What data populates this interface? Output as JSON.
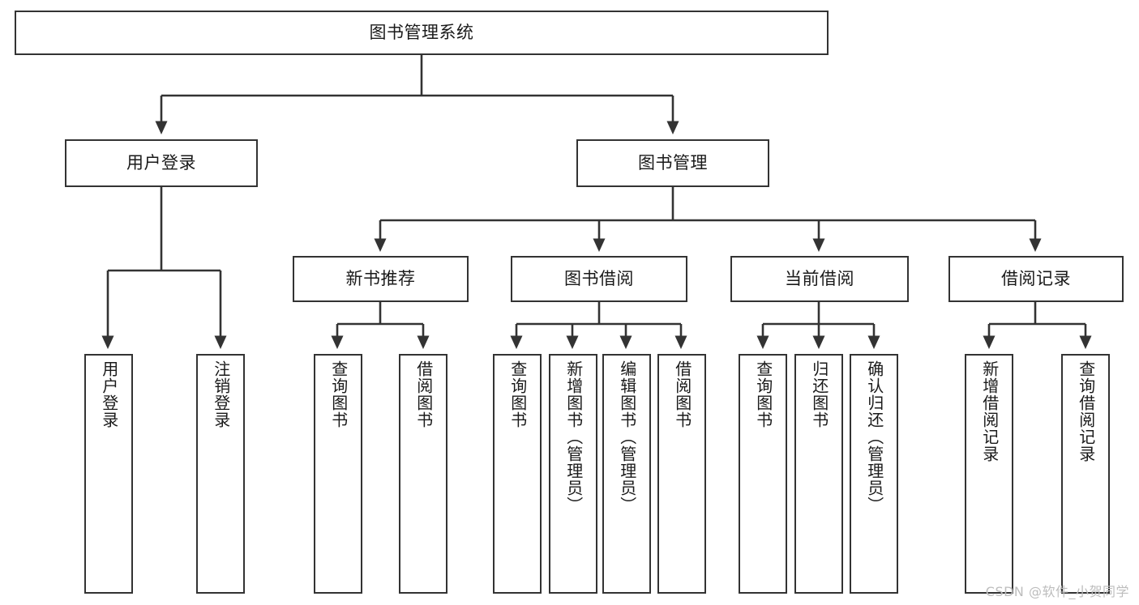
{
  "diagram": {
    "type": "tree-hierarchy",
    "title": "图书管理系统",
    "watermark": "CSDN @软件_小贺同学",
    "colors": {
      "box_border": "#333333",
      "box_fill": "#ffffff",
      "edge": "#333333",
      "text": "#1a1a1a",
      "watermark": "#bdbdbd",
      "background": "#ffffff"
    },
    "nodes": {
      "root": {
        "label": "图书管理系统",
        "orientation": "horizontal"
      },
      "level2": [
        {
          "id": "user-login",
          "label": "用户登录",
          "orientation": "horizontal"
        },
        {
          "id": "book-manage",
          "label": "图书管理",
          "orientation": "horizontal"
        }
      ],
      "level3": [
        {
          "id": "new-book-recommend",
          "label": "新书推荐",
          "orientation": "horizontal"
        },
        {
          "id": "book-borrow",
          "label": "图书借阅",
          "orientation": "horizontal"
        },
        {
          "id": "current-borrow",
          "label": "当前借阅",
          "orientation": "horizontal"
        },
        {
          "id": "borrow-record",
          "label": "借阅记录",
          "orientation": "horizontal"
        }
      ],
      "leaves": [
        {
          "id": "leaf-user-login",
          "parent": "user-login",
          "label": "用户登录",
          "orientation": "vertical"
        },
        {
          "id": "leaf-logout",
          "parent": "user-login",
          "label": "注销登录",
          "orientation": "vertical"
        },
        {
          "id": "leaf-query-book-1",
          "parent": "new-book-recommend",
          "label": "查询图书",
          "orientation": "vertical"
        },
        {
          "id": "leaf-borrow-book-1",
          "parent": "new-book-recommend",
          "label": "借阅图书",
          "orientation": "vertical"
        },
        {
          "id": "leaf-query-book-2",
          "parent": "book-borrow",
          "label": "查询图书",
          "orientation": "vertical"
        },
        {
          "id": "leaf-add-book",
          "parent": "book-borrow",
          "label": "新增图书（管理员）",
          "orientation": "vertical"
        },
        {
          "id": "leaf-edit-book",
          "parent": "book-borrow",
          "label": "编辑图书（管理员）",
          "orientation": "vertical"
        },
        {
          "id": "leaf-borrow-book-2",
          "parent": "book-borrow",
          "label": "借阅图书",
          "orientation": "vertical"
        },
        {
          "id": "leaf-query-book-3",
          "parent": "current-borrow",
          "label": "查询图书",
          "orientation": "vertical"
        },
        {
          "id": "leaf-return-book",
          "parent": "current-borrow",
          "label": "归还图书",
          "orientation": "vertical"
        },
        {
          "id": "leaf-confirm-return",
          "parent": "current-borrow",
          "label": "确认归还（管理员）",
          "orientation": "vertical"
        },
        {
          "id": "leaf-add-record",
          "parent": "borrow-record",
          "label": "新增借阅记录",
          "orientation": "vertical"
        },
        {
          "id": "leaf-query-record",
          "parent": "borrow-record",
          "label": "查询借阅记录",
          "orientation": "vertical"
        }
      ]
    }
  }
}
